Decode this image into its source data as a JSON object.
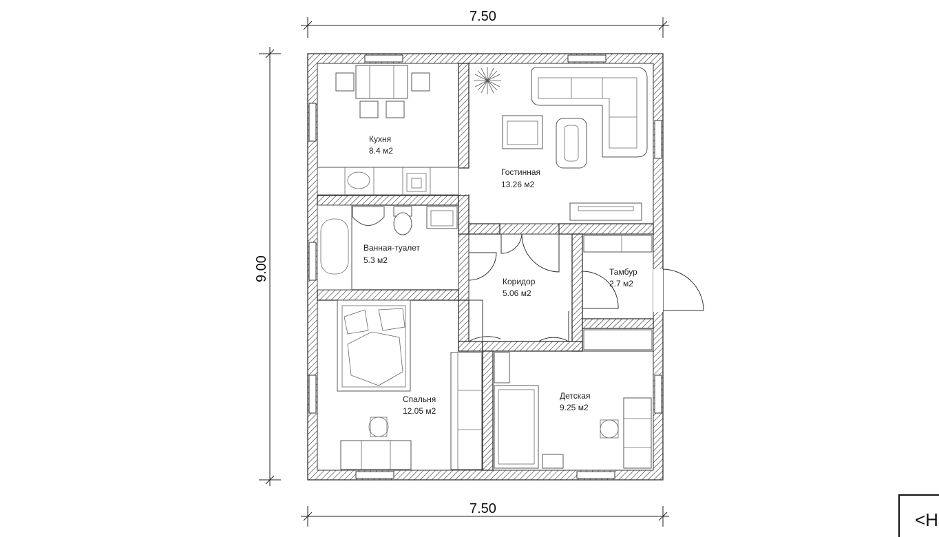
{
  "dimensions": {
    "top_width": "7.50",
    "bottom_width": "7.50",
    "left_height": "9.00"
  },
  "rooms": [
    {
      "id": "kitchen",
      "name": "Кухня",
      "area": "8.4 м2"
    },
    {
      "id": "living",
      "name": "Гостинная",
      "area": "13.26 м2"
    },
    {
      "id": "bath",
      "name": "Ванная-туалет",
      "area": "5.3 м2"
    },
    {
      "id": "corridor",
      "name": "Коридор",
      "area": "5.06 м2"
    },
    {
      "id": "vestibule",
      "name": "Тамбур",
      "area": "2.7 м2"
    },
    {
      "id": "bedroom",
      "name": "Спальня",
      "area": "12.05 м2"
    },
    {
      "id": "nursery",
      "name": "Детская",
      "area": "9.25 м2"
    }
  ],
  "corner_tag": "<H"
}
